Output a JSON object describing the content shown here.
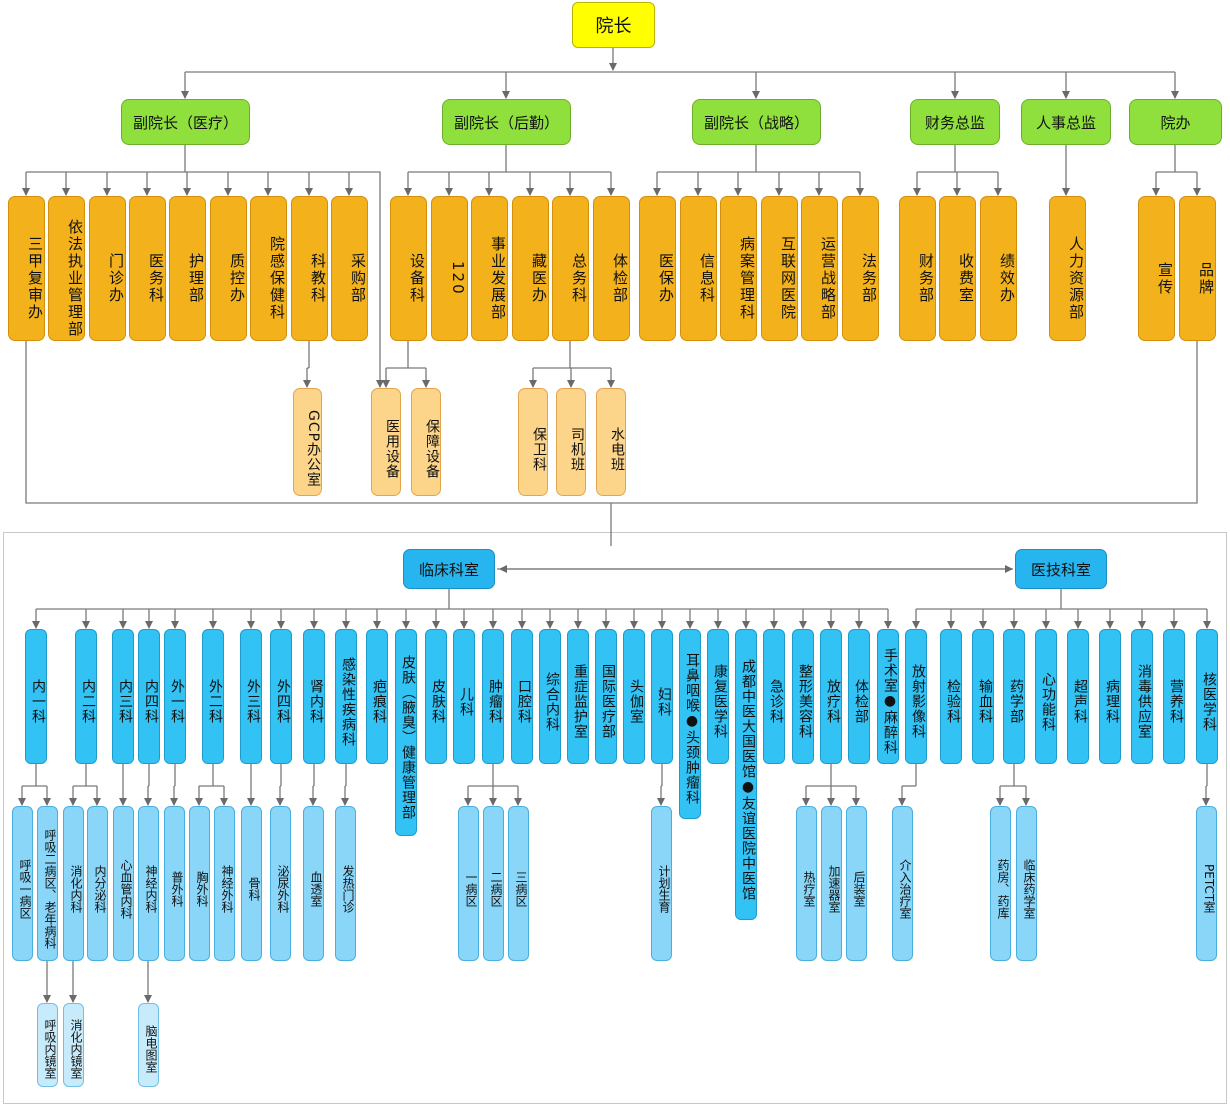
{
  "top": {
    "director": "院长"
  },
  "vp": {
    "medical": "副院长（医疗）",
    "logistics": "副院长（后勤）",
    "strategy": "副院长（战略）",
    "finance": "财务总监",
    "hr": "人事总监",
    "office": "院办"
  },
  "admin": {
    "a1": "三甲复审办",
    "a2": "依法执业管理部",
    "a3": "门诊办",
    "a4": "医务科",
    "a5": "护理部",
    "a6": "质控办",
    "a7": "院感保健科",
    "a8": "科教科",
    "a9": "采购部",
    "b1": "设备科",
    "b2": "120",
    "b3": "事业发展部",
    "b4": "藏医办",
    "b5": "总务科",
    "b6": "体检部",
    "c1": "医保办",
    "c2": "信息科",
    "c3": "病案管理科",
    "c4": "互联网医院",
    "c5": "运营战略部",
    "c6": "法务部",
    "d1": "财务部",
    "d2": "收费室",
    "d3": "绩效办",
    "e1": "人力资源部",
    "f1": "宣传",
    "f2": "品牌"
  },
  "admin_sub": {
    "gcp": "GCP办公室",
    "med_eq": "医用设备",
    "sup_eq": "保障设备",
    "security": "保卫科",
    "driver": "司机班",
    "utility": "水电班"
  },
  "sections": {
    "clinical": "临床科室",
    "tech": "医技科室"
  },
  "clinical": {
    "k1": "内一科",
    "k2": "内二科",
    "k3": "内三科",
    "k4": "内四科",
    "k5": "外一科",
    "k6": "外二科",
    "k7": "外三科",
    "k8": "外四科",
    "k9": "肾内科",
    "k10": "感染性疾病科",
    "k11": "疤痕科",
    "k12": "皮肤（腋臭）健康管理部",
    "k13": "皮肤科",
    "k14": "儿科",
    "k15": "肿瘤科",
    "k16": "口腔科",
    "k17": "综合内科",
    "k18": "重症监护室",
    "k19": "国际医疗部",
    "k20": "头伽室",
    "k21": "妇科",
    "k22": "耳鼻咽喉●头颈肿瘤科",
    "k23": "康复医学科",
    "k24": "成都中医大国医馆●友谊医院中医馆",
    "k25": "急诊科",
    "k26": "整形美容科",
    "k27": "放疗科",
    "k28": "体检部",
    "k29": "手术室●麻醉科"
  },
  "tech": {
    "t1": "放射影像科",
    "t2": "检验科",
    "t3": "输血科",
    "t4": "药学部",
    "t5": "心功能科",
    "t6": "超声科",
    "t7": "病理科",
    "t8": "消毒供应室",
    "t9": "营养科",
    "t10": "核医学科"
  },
  "wards": {
    "w1": "呼吸一病区",
    "w2": "呼吸二病区、老年病科",
    "w3": "消化内科",
    "w4": "内分泌科",
    "w5": "心血管内科",
    "w6": "神经内科",
    "w7": "普外科",
    "w8": "胸外科",
    "w9": "神经外科",
    "w10": "骨科",
    "w11": "泌尿外科",
    "w12": "血透室",
    "w13": "发热门诊",
    "w14": "一病区",
    "w15": "二病区",
    "w16": "三病区",
    "w17": "计划生育",
    "w18": "热疗室",
    "w19": "加速器室",
    "w20": "后装室",
    "w21": "介入治疗室",
    "w22": "药房、药库",
    "w23": "临床药学室",
    "w24": "PETCT室"
  },
  "units": {
    "u1": "呼吸内镜室",
    "u2": "消化内镜室",
    "u3": "脑电图室"
  },
  "colors": {
    "director": "#ffff00",
    "vp": "#8fe03d",
    "admin": "#f3b21c",
    "admin_sub": "#fcd58a",
    "section": "#26b5ee",
    "dept": "#32c2f4",
    "ward": "#8ad6f8",
    "unit": "#c8ebfb"
  }
}
